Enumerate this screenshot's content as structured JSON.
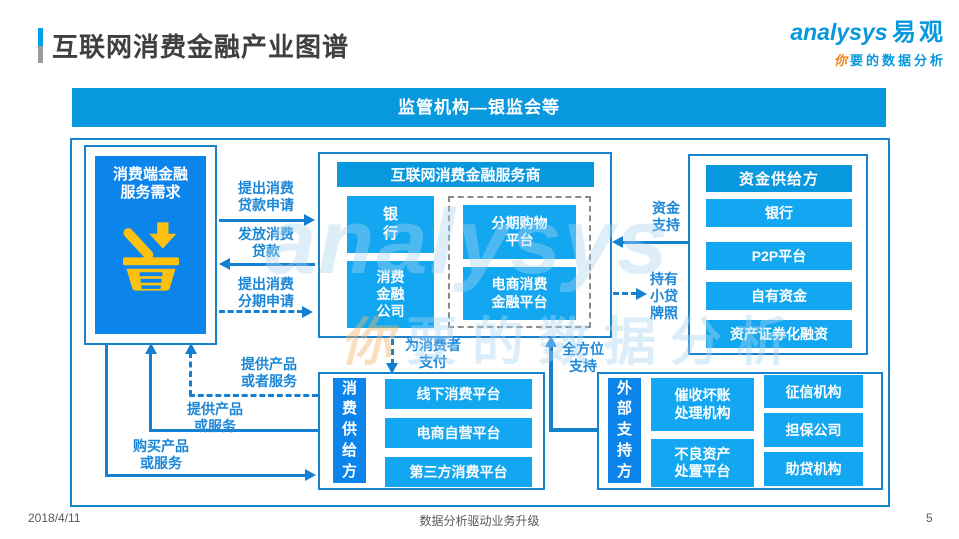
{
  "page": {
    "title": "互联网消费金融产业图谱",
    "footer": {
      "date": "2018/4/11",
      "slogan": "数据分析驱动业务升级",
      "page_number": "5"
    }
  },
  "logo": {
    "brand_en": "analysys",
    "brand_cn": "易观",
    "tagline_first": "你",
    "tagline_rest": "要的数据分析"
  },
  "banner": {
    "label": "监管机构—银监会等"
  },
  "demand_box": {
    "title": "消费端金融服务需求",
    "icon": "shopping-basket-download-icon"
  },
  "provider_box": {
    "title": "互联网消费金融服务商",
    "items": [
      "银行",
      "消费金融公司"
    ],
    "dashed_items": [
      "分期购物平台",
      "电商消费金融平台"
    ]
  },
  "funding_box": {
    "title": "资金供给方",
    "items": [
      "银行",
      "P2P平台",
      "自有资金",
      "资产证券化融资"
    ]
  },
  "consumption_box": {
    "title": "消费供给方",
    "items": [
      "线下消费平台",
      "电商自营平台",
      "第三方消费平台"
    ]
  },
  "support_box": {
    "title": "外部支持方",
    "col1": [
      "催收坏账处理机构",
      "不良资产处置平台"
    ],
    "col2": [
      "征信机构",
      "担保公司",
      "助贷机构"
    ]
  },
  "arrows": {
    "loan_apply": "提出消费贷款申请",
    "loan_grant": "发放消费贷款",
    "installment_apply": "提出消费分期申请",
    "funding_support": "资金支持",
    "microloan_license": "持有小贷牌照",
    "pay_for_consumers": "为消费者支付",
    "all_round_support": "全方位支持",
    "provide_products_or_services": "提供产品或者服务",
    "provide_products": "提供产品或服务",
    "buy_products": "购买产品或服务"
  },
  "colors": {
    "banner_blue": "#0798DE",
    "item_blue": "#12A7F0",
    "deep_blue": "#0B84EC",
    "border_blue": "#1A82CC",
    "arrow_blue": "#1480D2",
    "basket_yellow": "#FFC110",
    "accent_gray": "#9B9B9B",
    "title_gray": "#3F3F3F",
    "tagline_orange": "#F0861E"
  }
}
